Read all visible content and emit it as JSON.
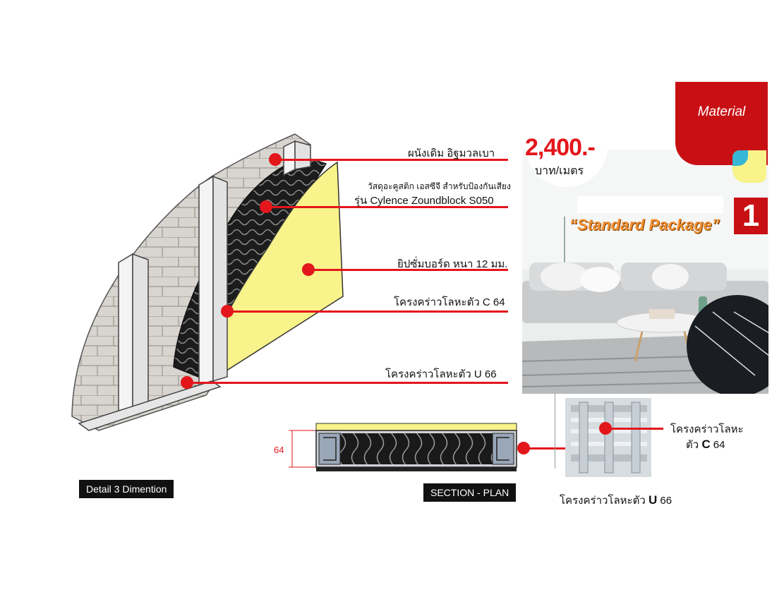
{
  "labels": {
    "wall": "ผนังเดิม อิฐมวลเบา",
    "acoustic_line1": "วัสดุอะคูสติก เอสซีจี สำหรับป้องกันเสียง",
    "acoustic_line2": "รุ่น Cylence Zoundblock S050",
    "gypsum": "ยิปซั่มบอร์ด หนา 12 มม.",
    "c_frame": "โครงคร่าวโลหะตัว C 64",
    "u_frame": "โครงคร่าวโลหะตัว U 66"
  },
  "tags": {
    "detail": "Detail  3 Dimention",
    "section": "SECTION - PLAN"
  },
  "section": {
    "dimension": "64"
  },
  "package": {
    "material": "Material",
    "price": "2,400.-",
    "price_unit": "บาท/เมตร",
    "title": "“Standard Package”",
    "number": "1"
  },
  "frame_photo": {
    "c_label_line1": "โครงคร่าวโลหะ",
    "c_label_line2_prefix": "ตัว ",
    "c_label_line2_bold": "C",
    "c_label_line2_suffix": " 64",
    "u_label_prefix": "โครงคร่าวโลหะตัว ",
    "u_label_bold": "U",
    "u_label_suffix": " 66"
  },
  "colors": {
    "accent_red": "#e3161b",
    "brand_red": "#c81014",
    "gypsum_yellow": "#f8f38a",
    "package_orange": "#f29030"
  }
}
